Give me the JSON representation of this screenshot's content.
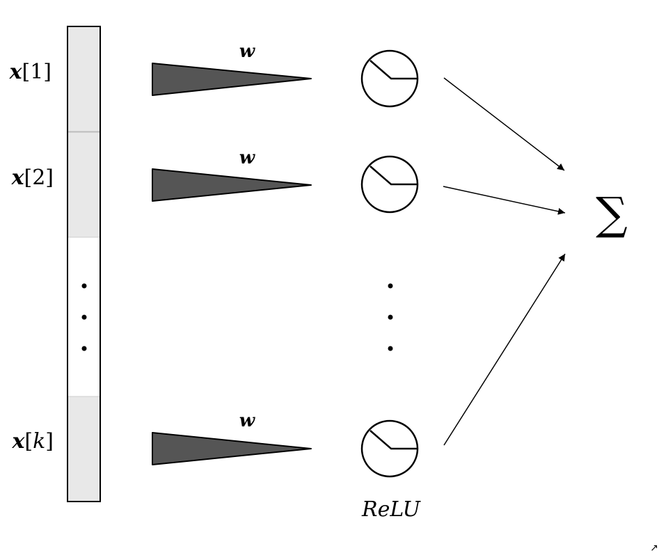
{
  "inputs": [
    {
      "var": "x",
      "open": "[",
      "index": "1",
      "close": "]"
    },
    {
      "var": "x",
      "open": "[",
      "index": "2",
      "close": "]"
    },
    {
      "var": "x",
      "open": "[",
      "index": "k",
      "close": "]"
    }
  ],
  "weights": [
    {
      "label": "w"
    },
    {
      "label": "w"
    },
    {
      "label": "w"
    }
  ],
  "activation_label": "ReLU",
  "sum_symbol": "∑",
  "corner_mark": "↗",
  "colors": {
    "cell_fill": "#e8e8e8",
    "cell_border": "#bbbbbb",
    "triangle_fill": "#555555",
    "stroke": "#000000"
  }
}
